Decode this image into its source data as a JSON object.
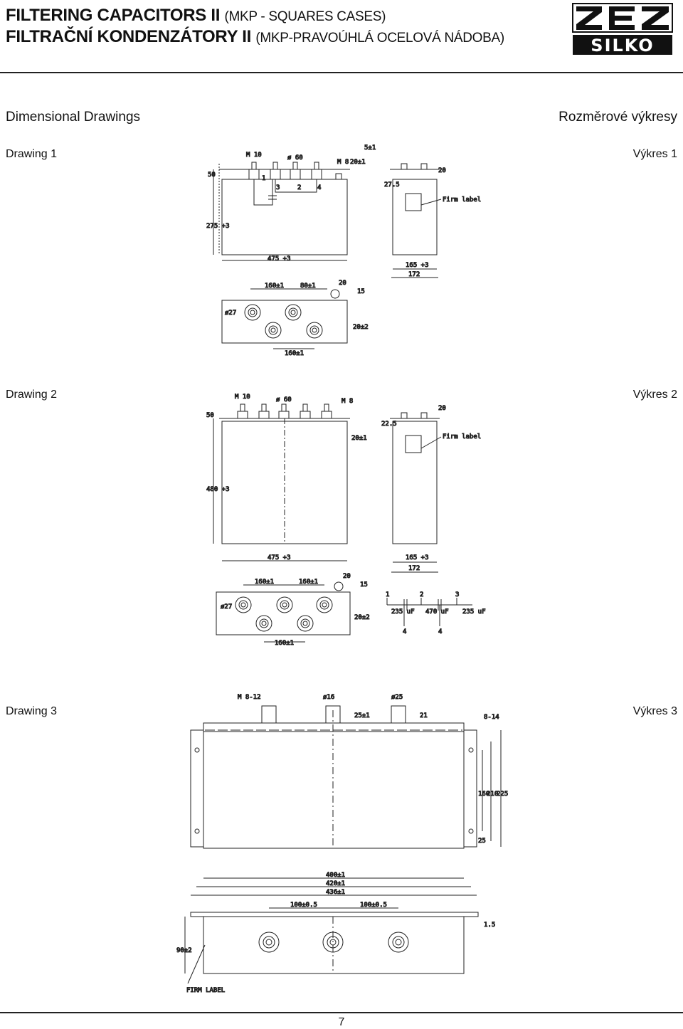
{
  "header": {
    "title_en_main": "FILTERING CAPACITORS II",
    "title_en_sub": "(MKP - SQUARES CASES)",
    "title_cz_main": "FILTRAČNÍ KONDENZÁTORY II",
    "title_cz_sub": "(MKP-PRAVOÚHLÁ OCELOVÁ NÁDOBA)",
    "logo_top": "ZEZ",
    "logo_bottom": "SILKO"
  },
  "section": {
    "title_en": "Dimensional Drawings",
    "title_cz": "Rozměrové výkresy"
  },
  "drawings": [
    {
      "label_en": "Drawing 1",
      "label_cz": "Výkres 1",
      "dims": {
        "m10": "M 10",
        "phi60": "ø 60",
        "m8": "M 8",
        "d20": "20±1",
        "d5": "5±1",
        "d275": "27.5",
        "d20b": "20",
        "h50": "50",
        "h275": "275 +3",
        "w475": "475 +3",
        "w165": "165 +3",
        "w172": "172",
        "firm": "Firm label",
        "p160": "160±1",
        "p80": "80±1",
        "p20": "20",
        "p15": "15",
        "p27": "ø27",
        "p20pm2": "20±2",
        "b160": "160±1",
        "t1": "1",
        "t2": "2",
        "t3": "3",
        "t4": "4"
      }
    },
    {
      "label_en": "Drawing 2",
      "label_cz": "Výkres 2",
      "dims": {
        "m10": "M 10",
        "phi60": "ø 60",
        "m8": "M 8",
        "h50": "50",
        "d20": "20±1",
        "d225": "22.5",
        "d20b": "20",
        "h480": "480 +3",
        "w475": "475 +3",
        "w165": "165 +3",
        "w172": "172",
        "firm": "Firm label",
        "p160a": "160±1",
        "p160b": "160±1",
        "p20": "20",
        "p15": "15",
        "p27": "ø27",
        "p20pm2": "20±2",
        "b160": "160±1",
        "c1": "235 uF",
        "c2": "470 uF",
        "c3": "235 uF",
        "t1": "1",
        "t2": "2",
        "t3": "3",
        "t4": "4"
      }
    },
    {
      "label_en": "Drawing 3",
      "label_cz": "Výkres 3",
      "dims": {
        "m812": "M 8-12",
        "phi16": "ø16",
        "phi25": "ø25",
        "d25": "25±1",
        "d21": "21",
        "d814": "8-14",
        "v160": "160",
        "v210": "210",
        "v225": "225",
        "v25": "25",
        "w400": "400±1",
        "w420": "420±1",
        "w436": "436±1",
        "s100a": "100±0.5",
        "s100b": "100±0.5",
        "d15": "1.5",
        "h90": "90±2",
        "firm": "FIRM LABEL"
      }
    }
  ],
  "page_number": "7"
}
